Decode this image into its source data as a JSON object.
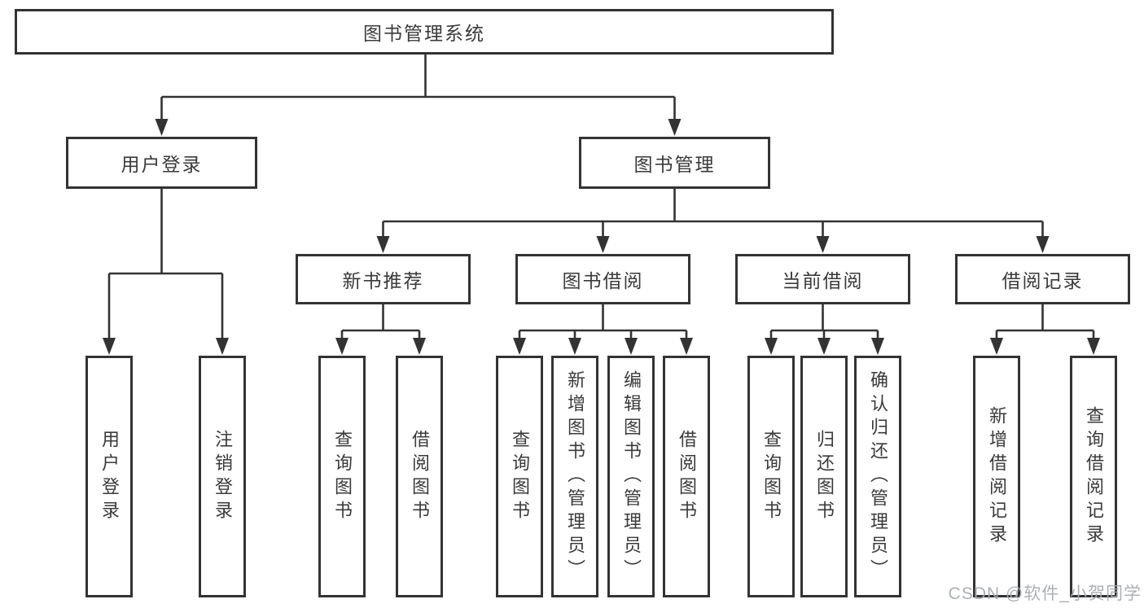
{
  "colors": {
    "line": "#333333",
    "box_border": "#333333",
    "box_background": "#ffffff",
    "text": "#3a3a3a",
    "watermark_text": "#a8acb1"
  },
  "tree": {
    "root": "图书管理系统",
    "branches": [
      {
        "label": "用户登录",
        "children": [
          "用户登录",
          "注销登录"
        ]
      },
      {
        "label": "图书管理",
        "sections": [
          {
            "label": "新书推荐",
            "children": [
              "查询图书",
              "借阅图书"
            ]
          },
          {
            "label": "图书借阅",
            "children": [
              "查询图书",
              "新增图书（管理员）",
              "编辑图书（管理员）",
              "借阅图书"
            ]
          },
          {
            "label": "当前借阅",
            "children": [
              "查询图书",
              "归还图书",
              "确认归还（管理员）"
            ]
          },
          {
            "label": "借阅记录",
            "children": [
              "新增借阅记录",
              "查询借阅记录"
            ]
          }
        ]
      }
    ]
  },
  "watermark": "CSDN @软件_小贺同学"
}
